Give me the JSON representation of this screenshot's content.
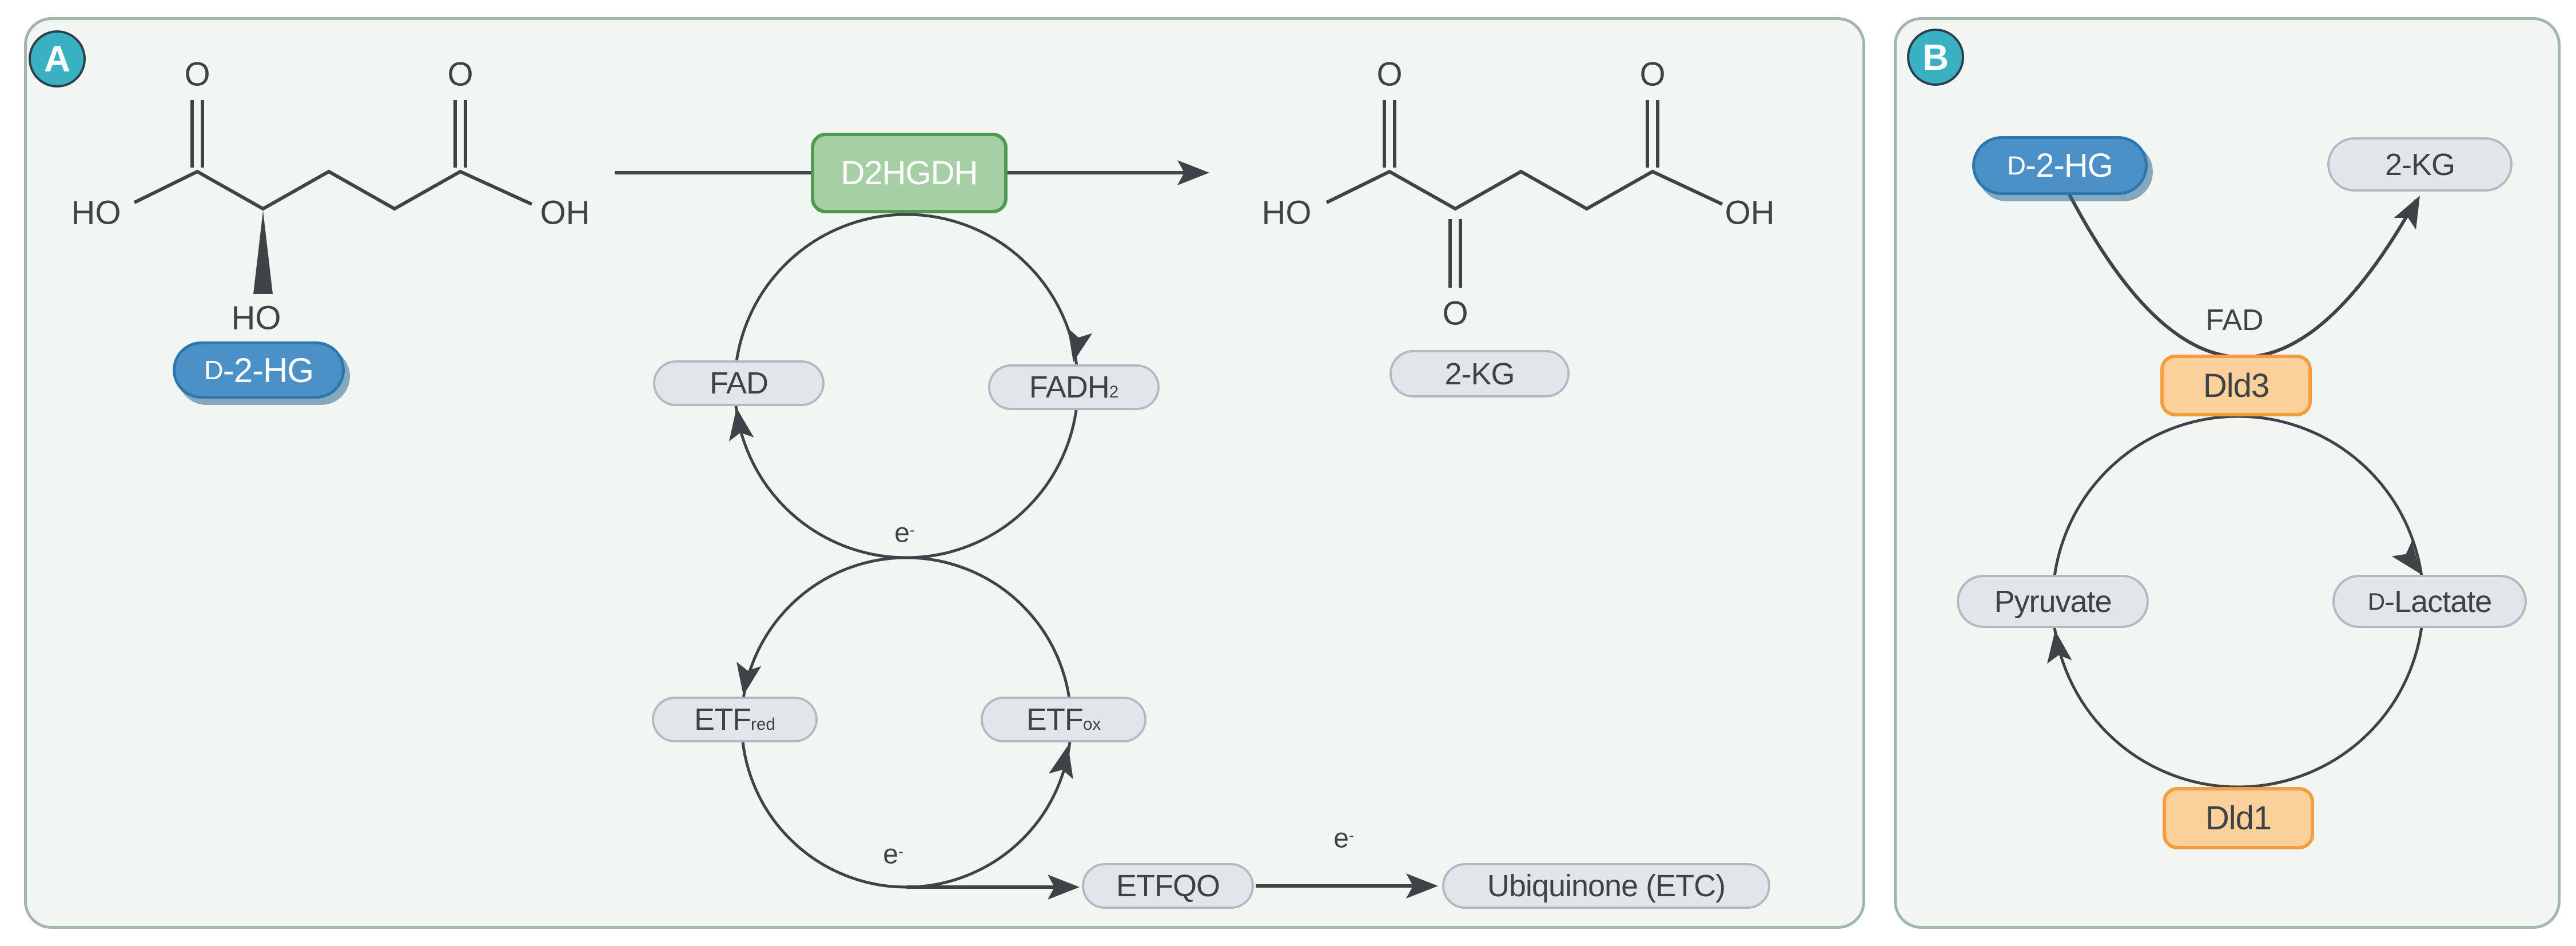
{
  "panelA": {
    "badge": "A",
    "substrate_pill": {
      "smallcap": "D",
      "rest": "-2-HG"
    },
    "product_pill": "2-KG",
    "enzyme": "D2HGDH",
    "left_molecule": {
      "o_top_left": "O",
      "o_top_right": "O",
      "ho_left": "HO",
      "oh_right": "OH",
      "ho_wedge": "HO"
    },
    "right_molecule": {
      "o_top_left": "O",
      "o_top_right": "O",
      "ho_left": "HO",
      "oh_right": "OH",
      "o_keto": "O"
    },
    "fad_cycle": {
      "fad": "FAD",
      "fadh": {
        "main": "FADH",
        "sub": "2"
      },
      "electron": {
        "main": "e",
        "sup": "-"
      }
    },
    "etf_cycle": {
      "etf_red": {
        "main": "ETF",
        "sub": "red"
      },
      "etf_ox": {
        "main": "ETF",
        "sub": "ox"
      },
      "electron": {
        "main": "e",
        "sup": "-"
      }
    },
    "etfqo_pill": "ETFQO",
    "ubiquinone_pill": "Ubiquinone (ETC)",
    "electron_to_ubiquinone": {
      "main": "e",
      "sup": "-"
    }
  },
  "panelB": {
    "badge": "B",
    "substrate_pill": {
      "smallcap": "D",
      "rest": "-2-HG"
    },
    "product_pill": "2-KG",
    "cofactor_label": "FAD",
    "enzyme_top": "Dld3",
    "enzyme_bottom": "Dld1",
    "pyruvate_pill": "Pyruvate",
    "lactate_pill": {
      "smallcap": "D",
      "rest": "-Lactate"
    }
  },
  "colors": {
    "panel_bg": "#f2f6f3",
    "panel_border": "#a0b7ac",
    "badge_teal": "#3ab0c3",
    "badge_border": "#2a3f4d",
    "metabolite_blue": "#4b90c6",
    "metabolite_blue_border": "#2b77ae",
    "pill_gray": "#e2e6ea",
    "pill_gray_border": "#b2b9c1",
    "enzyme_green": "#a6cfa5",
    "enzyme_green_border": "#4d9b51",
    "enzyme_orange": "#fbd09b",
    "enzyme_orange_border": "#f79d41",
    "line": "#3f4347",
    "text_dark": "#3d4247"
  }
}
